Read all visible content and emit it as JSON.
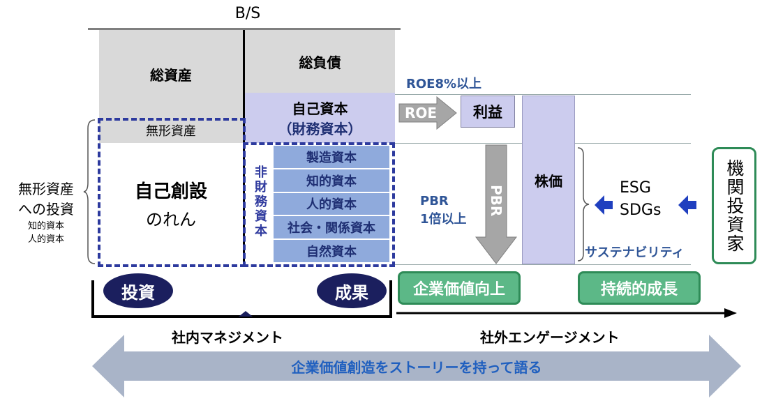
{
  "bs_title": "B/S",
  "assets": {
    "total": "総資産",
    "intangible": "無形資産",
    "self_created_1": "自己創設",
    "self_created_2": "のれん"
  },
  "liabilities": {
    "total": "総負債",
    "equity_1": "自己資本",
    "equity_2": "（財務資本）",
    "non_financial": "非財務資本",
    "capitals": [
      "製造資本",
      "知的資本",
      "人的資本",
      "社会・関係資本",
      "自然資本"
    ]
  },
  "left_label": {
    "line1": "無形資産",
    "line2": "への投資",
    "line3": "知的資本",
    "line4": "人的資本"
  },
  "investment": "投資",
  "result": "成果",
  "roe_target": "ROE8%以上",
  "roe_arrow": "ROE",
  "profit": "利益",
  "pbr_arrow": "PBR",
  "pbr_target_1": "PBR",
  "pbr_target_2": "1倍以上",
  "stock_price": "株価",
  "esg": "ESG",
  "sdgs": "SDGs",
  "sustainability": "サステナビリティ",
  "investor": "機関投資家",
  "value_up": "企業価値向上",
  "sustainable_growth": "持続的成長",
  "internal_mgmt": "社内マネジメント",
  "external_engagement": "社外エンゲージメント",
  "story": "企業価値創造をストーリーを持って語る",
  "colors": {
    "navy": "#1b1f5e",
    "green": "#5cb887",
    "blue_text": "#2f5597",
    "lavender": "#ccccee",
    "capital_blue": "#8faadc",
    "gray_arrow": "#a6a6a6",
    "big_arrow": "#a9b4c8"
  }
}
